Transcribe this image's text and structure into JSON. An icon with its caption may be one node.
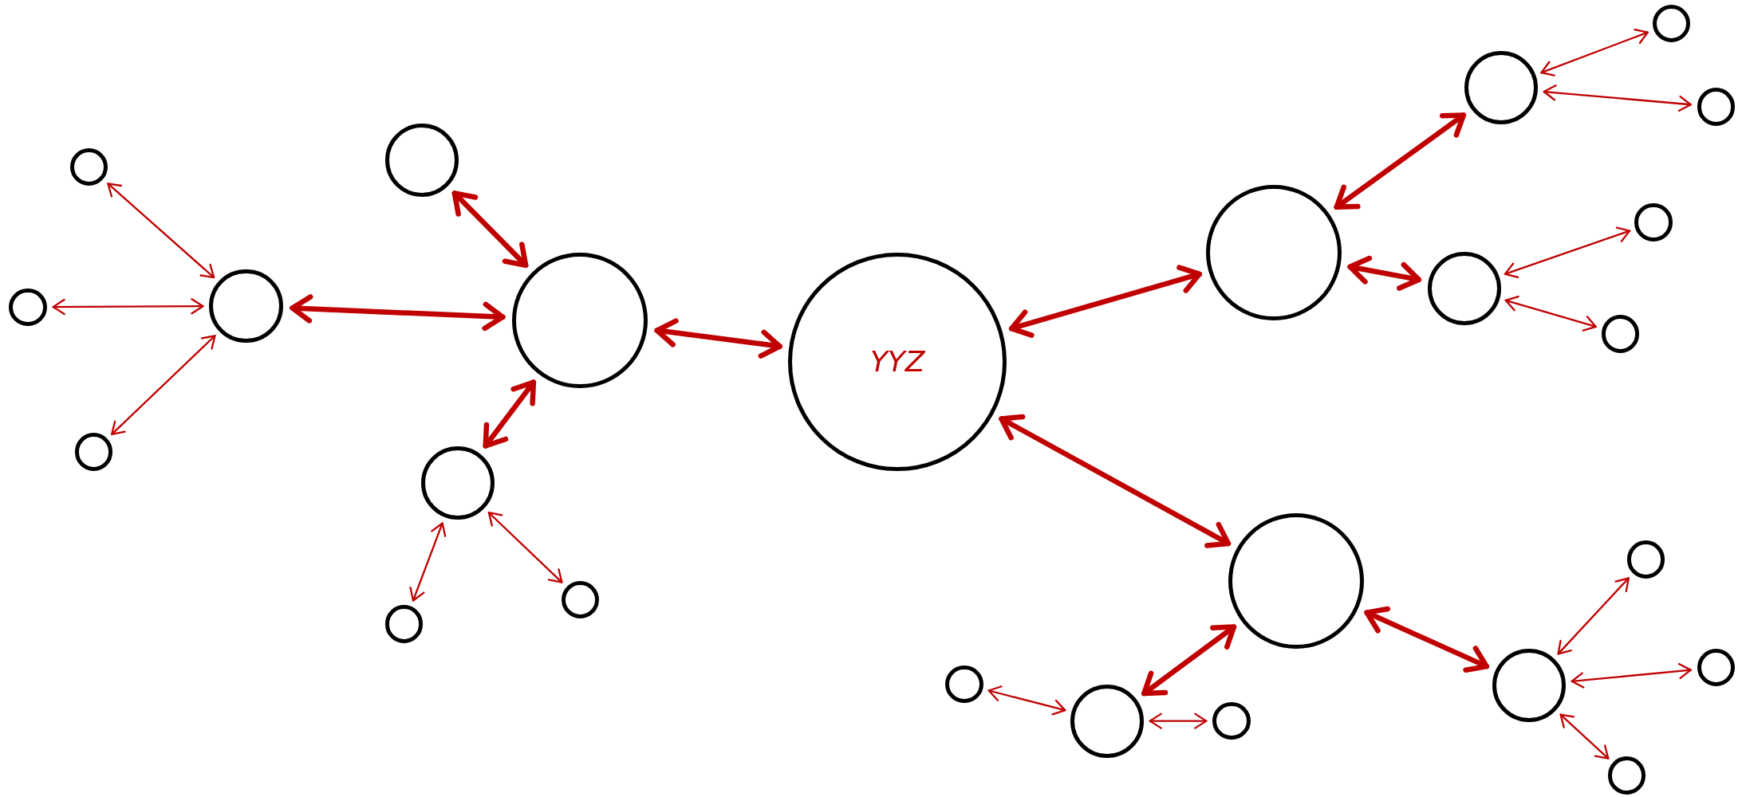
{
  "diagram": {
    "nodes": [
      {
        "text": [
          "YYZ"
        ]
      },
      {
        "text": [],
        "shape": "circle"
      },
      {
        "text": [],
        "shape": "circle"
      },
      {
        "text": [],
        "shape": "circle"
      },
      {
        "text": [],
        "shape": "circle"
      },
      {
        "text": [],
        "shape": "circle"
      },
      {
        "text": [],
        "shape": "circle"
      },
      {
        "text": [],
        "shape": "circle"
      },
      {
        "text": [],
        "shape": "circle"
      },
      {
        "text": [],
        "shape": "circle"
      },
      {
        "text": [],
        "shape": "circle"
      },
      {
        "text": [],
        "shape": "circle"
      },
      {
        "text": [],
        "shape": "circle"
      },
      {
        "text": [],
        "shape": "circle"
      },
      {
        "text": [],
        "shape": "circle"
      },
      {
        "text": [],
        "shape": "circle"
      },
      {
        "text": [],
        "shape": "circle"
      },
      {
        "text": [],
        "shape": "circle"
      },
      {
        "text": [],
        "shape": "circle"
      },
      {
        "text": [],
        "shape": "circle"
      },
      {
        "text": [],
        "shape": "circle"
      },
      {
        "text": [],
        "shape": "circle"
      },
      {
        "text": [],
        "shape": "circle"
      },
      {
        "text": [],
        "shape": "circle"
      },
      {
        "text": [],
        "shape": "circle"
      }
    ],
    "edges": [
      {
        "from": 0,
        "to": 1,
        "arrow": "both",
        "style": "thick"
      },
      {
        "from": 1,
        "to": 2,
        "arrow": "both",
        "style": "thick"
      },
      {
        "from": 1,
        "to": 3,
        "arrow": "both",
        "style": "thick"
      },
      {
        "from": 1,
        "to": 4,
        "arrow": "both",
        "style": "thick"
      },
      {
        "from": 3,
        "to": 5,
        "arrow": "both"
      },
      {
        "from": 3,
        "to": 6,
        "arrow": "both"
      },
      {
        "from": 3,
        "to": 7,
        "arrow": "both"
      },
      {
        "from": 4,
        "to": 8,
        "arrow": "both"
      },
      {
        "from": 4,
        "to": 9,
        "arrow": "both"
      },
      {
        "from": 0,
        "to": 10,
        "arrow": "both",
        "style": "thick"
      },
      {
        "from": 10,
        "to": 11,
        "arrow": "both",
        "style": "thick"
      },
      {
        "from": 10,
        "to": 12,
        "arrow": "both",
        "style": "thick"
      },
      {
        "from": 11,
        "to": 13,
        "arrow": "both"
      },
      {
        "from": 11,
        "to": 14,
        "arrow": "both"
      },
      {
        "from": 12,
        "to": 15,
        "arrow": "both"
      },
      {
        "from": 12,
        "to": 16,
        "arrow": "both"
      },
      {
        "from": 0,
        "to": 17,
        "arrow": "both",
        "style": "thick"
      },
      {
        "from": 17,
        "to": 18,
        "arrow": "both",
        "style": "thick"
      },
      {
        "from": 17,
        "to": 19,
        "arrow": "both",
        "style": "thick"
      },
      {
        "from": 18,
        "to": 20,
        "arrow": "both"
      },
      {
        "from": 18,
        "to": 21,
        "arrow": "both"
      },
      {
        "from": 19,
        "to": 22,
        "arrow": "both"
      },
      {
        "from": 19,
        "to": 23,
        "arrow": "both"
      },
      {
        "from": 19,
        "to": 24,
        "arrow": "both"
      }
    ]
  }
}
